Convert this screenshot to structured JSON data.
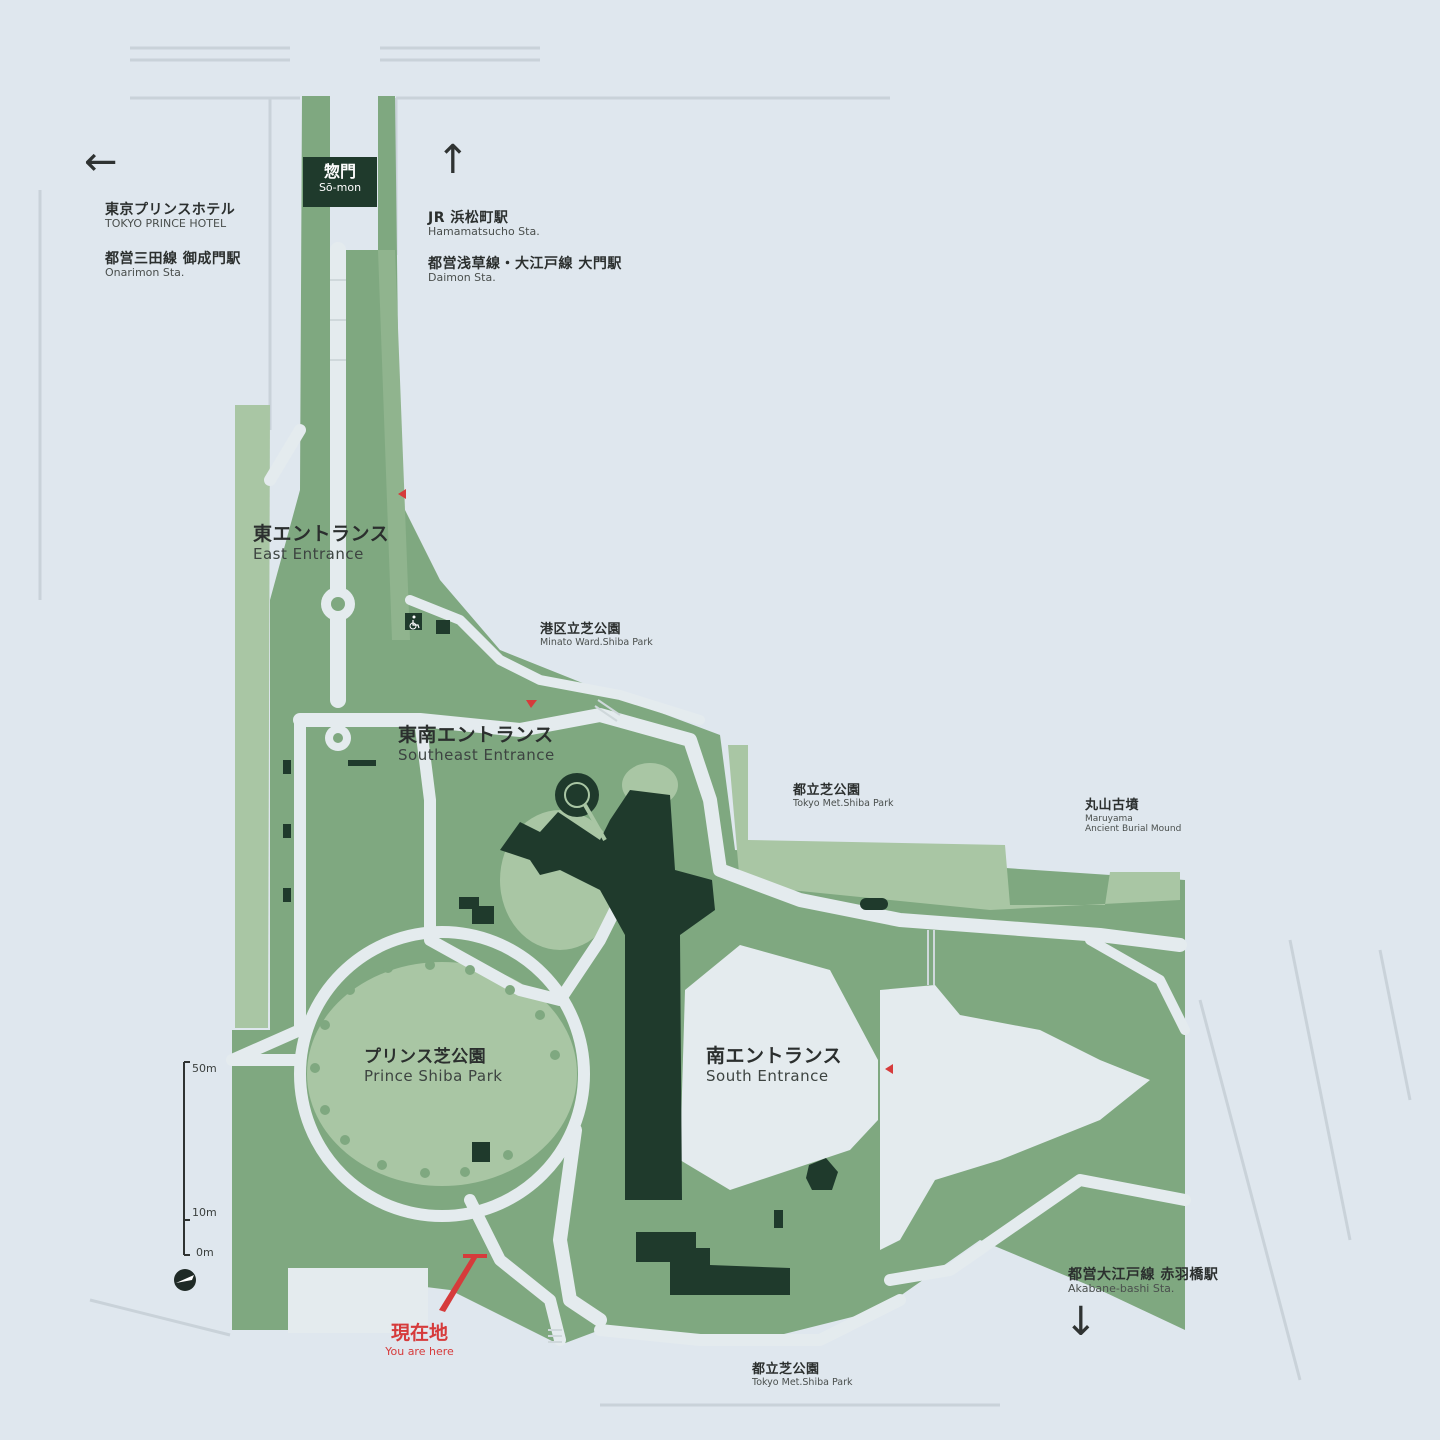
{
  "labels": {
    "gate_jp": "惣門",
    "gate_en": "Sō-mon",
    "prince_hotel_jp": "東京プリンスホテル",
    "prince_hotel_en": "TOKYO PRINCE HOTEL",
    "onarimon_jp": "都営三田線 御成門駅",
    "onarimon_en": "Onarimon Sta.",
    "hamamatsucho_jp": "JR 浜松町駅",
    "hamamatsucho_en": "Hamamatsucho Sta.",
    "daimon_jp": "都営浅草線・大江戸線 大門駅",
    "daimon_en": "Daimon Sta.",
    "east_entrance_jp": "東エントランス",
    "east_entrance_en": "East Entrance",
    "minato_park_jp": "港区立芝公園",
    "minato_park_en": "Minato Ward.Shiba Park",
    "southeast_entrance_jp": "東南エントランス",
    "southeast_entrance_en": "Southeast Entrance",
    "met_park_north_jp": "都立芝公園",
    "met_park_north_en": "Tokyo Met.Shiba Park",
    "maruyama_jp": "丸山古墳",
    "maruyama_en1": "Maruyama",
    "maruyama_en2": "Ancient Burial Mound",
    "prince_park_jp": "プリンス芝公園",
    "prince_park_en": "Prince Shiba Park",
    "south_entrance_jp": "南エントランス",
    "south_entrance_en": "South Entrance",
    "akabanebashi_jp": "都営大江戸線 赤羽橋駅",
    "akabanebashi_en": "Akabane-bashi Sta.",
    "you_are_here_jp": "現在地",
    "you_are_here_en": "You are here",
    "met_park_south_jp": "都立芝公園",
    "met_park_south_en": "Tokyo Met.Shiba Park"
  },
  "scale": {
    "top_label": "50m",
    "mid_label": "10m",
    "zero_label": "0m"
  },
  "icons": {
    "west_arrow": "←",
    "north_arrow": "↑",
    "south_arrow": "↓",
    "accessible": "wheelchair-icon",
    "compass": "compass-icon"
  },
  "colors": {
    "background": "#dfe7ee",
    "park_green": "#7fa880",
    "light_green": "#a9c6a4",
    "path": "#e4ebee",
    "building": "#1f3a2c",
    "marker_red": "#d63b3b"
  }
}
